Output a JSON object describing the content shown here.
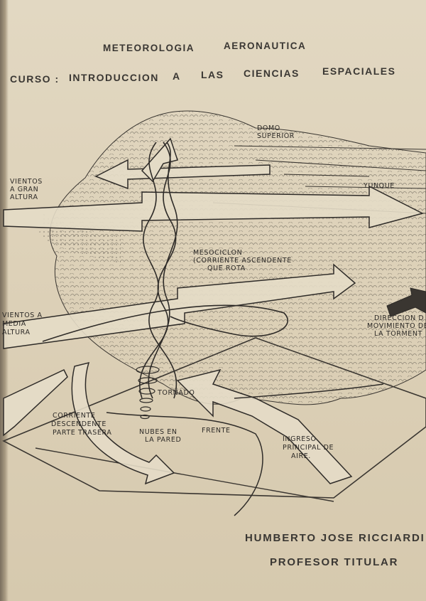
{
  "header": {
    "line1": [
      "METEOROLOGIA",
      "AERONAUTICA"
    ],
    "line2": [
      "CURSO :",
      "INTRODUCCION",
      "A",
      "LAS",
      "CIENCIAS",
      "ESPACIALES"
    ]
  },
  "diagram": {
    "labels": {
      "domo": [
        "DOMO",
        "SUPERIOR"
      ],
      "yunque": "YUNQUE",
      "vientos_altura": [
        "VIENTOS",
        "A GRAN",
        "ALTURA"
      ],
      "mesociclon": [
        "MESOCICLON",
        "(CORRIENTE ASCENDENTE",
        "QUE ROTA"
      ],
      "vientos_media": [
        "VIENTOS A",
        "MEDIA",
        "ALTURA"
      ],
      "direccion": [
        "DIRECCION D",
        "MOVIMIENTO DE",
        "LA TORMENT"
      ],
      "tornado": "TORNADO",
      "corriente": [
        "CORRIENTE",
        "DESCENDENTE",
        "PARTE TRASERA"
      ],
      "nubes": [
        "NUBES EN",
        "LA PARED"
      ],
      "frente": "FRENTE",
      "ingreso": [
        "INGRESO",
        "PRINCIPAL DE",
        "AIRE."
      ]
    }
  },
  "author": {
    "name": "HUMBERTO JOSE  RICCIARDI",
    "role": "PROFESOR    TITULAR"
  }
}
